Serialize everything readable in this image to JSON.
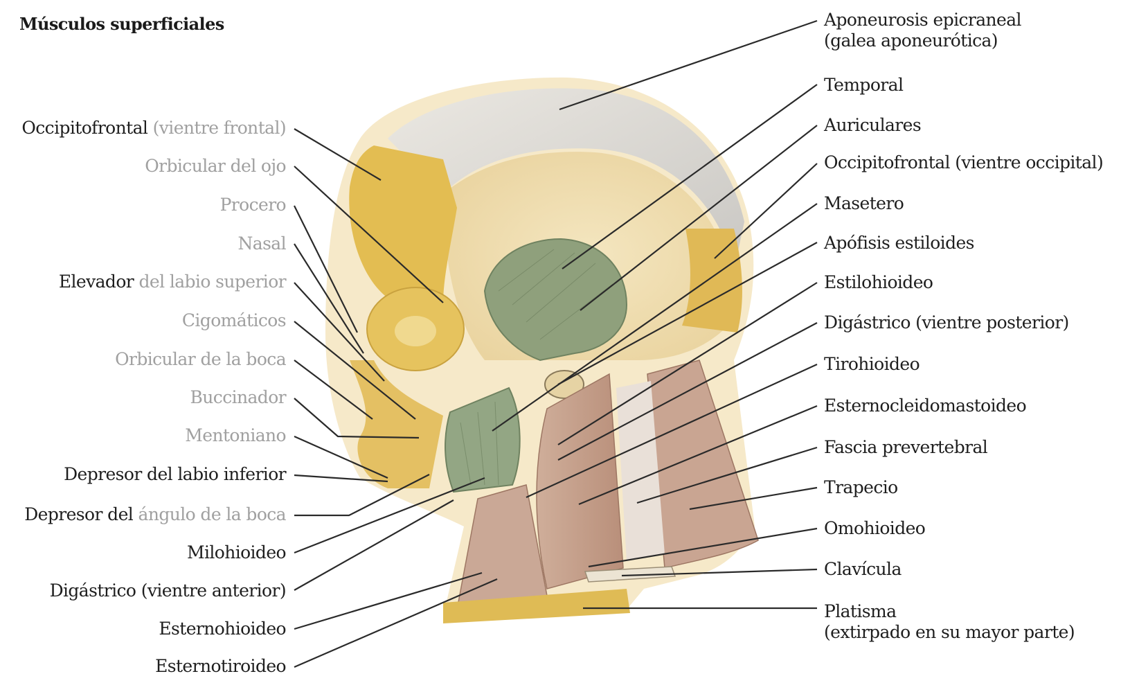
{
  "title": "Músculos superficiales",
  "left_labels": [
    {
      "id": "occipitofrontal-frontal",
      "parts": [
        {
          "text": "Occipitofrontal ",
          "tone": "dark"
        },
        {
          "text": "(vientre frontal)",
          "tone": "faint"
        }
      ]
    },
    {
      "id": "orbicular-ojo",
      "parts": [
        {
          "text": "Orbicular del ojo",
          "tone": "faint"
        }
      ]
    },
    {
      "id": "procero",
      "parts": [
        {
          "text": "Procero",
          "tone": "faint"
        }
      ]
    },
    {
      "id": "nasal",
      "parts": [
        {
          "text": "Nasal",
          "tone": "faint"
        }
      ]
    },
    {
      "id": "elevador-labio",
      "parts": [
        {
          "text": "Elevador ",
          "tone": "dark"
        },
        {
          "text": "del labio superior",
          "tone": "faint"
        }
      ]
    },
    {
      "id": "cigomaticos",
      "parts": [
        {
          "text": "Cigomáticos",
          "tone": "faint"
        }
      ]
    },
    {
      "id": "orbicular-boca",
      "parts": [
        {
          "text": "Orbicular de la boca",
          "tone": "faint"
        }
      ]
    },
    {
      "id": "buccinador",
      "parts": [
        {
          "text": "Buccinador",
          "tone": "faint"
        }
      ]
    },
    {
      "id": "mentoniano",
      "parts": [
        {
          "text": "Mentoniano",
          "tone": "faint"
        }
      ]
    },
    {
      "id": "depresor-labio",
      "parts": [
        {
          "text": "Depresor del labio inferior",
          "tone": "dark"
        }
      ]
    },
    {
      "id": "depresor-angulo",
      "parts": [
        {
          "text": "Depresor del ",
          "tone": "dark"
        },
        {
          "text": "ángulo de la boca",
          "tone": "faint"
        }
      ]
    },
    {
      "id": "milohioideo",
      "parts": [
        {
          "text": "Milohioideo",
          "tone": "dark"
        }
      ]
    },
    {
      "id": "digastrico-anterior",
      "parts": [
        {
          "text": "Digástrico (vientre anterior)",
          "tone": "dark"
        }
      ]
    },
    {
      "id": "esternohioideo",
      "parts": [
        {
          "text": "Esternohioideo",
          "tone": "dark"
        }
      ]
    },
    {
      "id": "esternotiroideo",
      "parts": [
        {
          "text": "Esternotiroideo",
          "tone": "dark"
        }
      ]
    }
  ],
  "right_labels": [
    {
      "id": "aponeurosis",
      "lines": [
        "Aponeurosis epicraneal",
        "(galea aponeurótica)"
      ]
    },
    {
      "id": "temporal",
      "lines": [
        "Temporal"
      ]
    },
    {
      "id": "auriculares",
      "lines": [
        "Auriculares"
      ]
    },
    {
      "id": "occipitofrontal-occipital",
      "lines": [
        "Occipitofrontal (vientre occipital)"
      ]
    },
    {
      "id": "masetero",
      "lines": [
        "Masetero"
      ]
    },
    {
      "id": "apofisis-estiloides",
      "lines": [
        "Apófisis estiloides"
      ]
    },
    {
      "id": "estilohioideo",
      "lines": [
        "Estilohioideo"
      ]
    },
    {
      "id": "digastrico-posterior",
      "lines": [
        "Digástrico (vientre posterior)"
      ]
    },
    {
      "id": "tirohioideo",
      "lines": [
        "Tirohioideo"
      ]
    },
    {
      "id": "esternocleidomastoideo",
      "lines": [
        "Esternocleidomastoideo"
      ]
    },
    {
      "id": "fascia-prevertebral",
      "lines": [
        "Fascia prevertebral"
      ]
    },
    {
      "id": "trapecio",
      "lines": [
        "Trapecio"
      ]
    },
    {
      "id": "omohioideo",
      "lines": [
        "Omohioideo"
      ]
    },
    {
      "id": "clavicula",
      "lines": [
        "Clavícula"
      ]
    },
    {
      "id": "platisma",
      "lines": [
        "Platisma",
        "(extirpado en su mayor parte)"
      ]
    }
  ],
  "colors": {
    "frontal_muscle": "#e6c25a",
    "galea": "#d9d7d2",
    "temporal_green": "#8fa07c",
    "neck_muscle": "#c9a592",
    "skin_fade": "#f1dfb2",
    "leader_line": "#2a2a2a"
  }
}
